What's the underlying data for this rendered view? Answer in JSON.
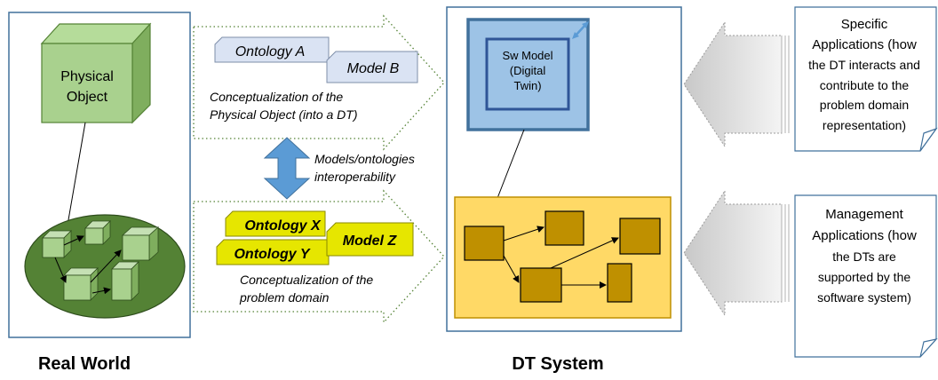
{
  "real_world": {
    "title": "Real World",
    "physical_object": [
      "Physical",
      "Object"
    ]
  },
  "upper_flow": {
    "ontology": "Ontology A",
    "model": "Model B",
    "caption": [
      "Conceptualization of the",
      "Physical Object (into a DT)"
    ]
  },
  "interop": {
    "label": [
      "Models/ontologies",
      "interoperability"
    ]
  },
  "lower_flow": {
    "ontology_x": "Ontology X",
    "ontology_y": "Ontology Y",
    "model": "Model Z",
    "caption": [
      "Conceptualization of the",
      "problem domain"
    ]
  },
  "dt_system": {
    "title": "DT System",
    "sw_model": [
      "Sw Model",
      "(Digital",
      "Twin)"
    ]
  },
  "specific_apps": {
    "lines": [
      "Specific",
      "Applications (how",
      "the DT interacts and",
      "contribute to the",
      "problem domain",
      "representation)"
    ]
  },
  "management_apps": {
    "lines": [
      "Management",
      "Applications (how",
      "the DTs are",
      "supported by the",
      "software system)"
    ]
  },
  "colors": {
    "light_green": "#a9d18e",
    "dark_green": "#548235",
    "blue_panel": "#9dc3e6",
    "blue_border": "#41719c",
    "ontology_blue": "#dae3f3",
    "ontology_yellow": "#e6e600",
    "yellow_panel": "#ffd966",
    "brown": "#bf9000",
    "interop_arrow": "#5b9bd5"
  }
}
